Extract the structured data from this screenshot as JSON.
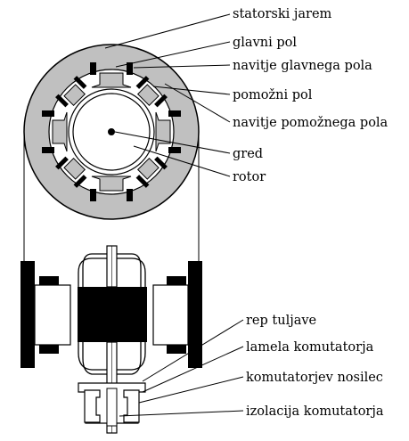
{
  "labels": {
    "stator_yoke": "statorski jarem",
    "main_pole": "glavni pol",
    "main_pole_winding": "navitje glavnega pola",
    "aux_pole": "pomožni pol",
    "aux_pole_winding": "navitje pomožnega pola",
    "shaft": "gred",
    "rotor": "rotor",
    "coil_tail": "rep tuljave",
    "commutator_segment": "lamela komutatorja",
    "commutator_carrier": "komutatorjev nosilec",
    "commutator_insulation": "izolacija komutatorja"
  },
  "colors": {
    "stator": "#c0c0c0",
    "winding": "#000000",
    "line": "#000000",
    "background": "#ffffff"
  }
}
